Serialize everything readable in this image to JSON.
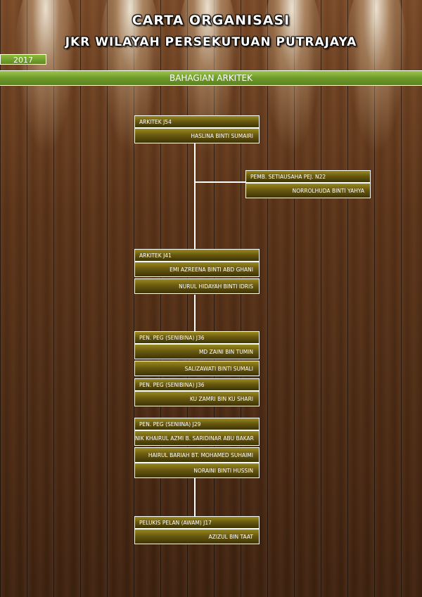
{
  "title": {
    "line1": "CARTA ORGANISASI",
    "line2": "JKR WILAYAH PERSEKUTUAN PUTRAJAYA"
  },
  "year": "2017",
  "department": "BAHAGIAN ARKITEK",
  "units": {
    "arkitek_j54": {
      "position": "ARKITEK J54",
      "names": [
        "HASLINA BINTI SUMAIRI"
      ]
    },
    "setiausaha": {
      "position": "PEMB. SETIAUSAHA PEJ. N22",
      "names": [
        "NORROLHUDA BINTI YAHYA"
      ]
    },
    "arkitek_j41": {
      "position": "ARKITEK J41",
      "names": [
        "EMI AZREENA BINTI ABD GHANI",
        "NURUL HIDAYAH BINTI IDRIS"
      ]
    },
    "senibina_j36_a": {
      "position": "PEN. PEG (SENIBINA) J36",
      "names": [
        "MD ZAINI BIN TUMIN",
        "SALIZAWATI BINTI SUMALI"
      ]
    },
    "senibina_j36_b": {
      "position": "PEN. PEG (SENIBINA) J36",
      "names": [
        "KU ZAMRI BIN KU SHARI"
      ]
    },
    "seniina_j29": {
      "position": "PEN. PEG (SENIINA) J29",
      "names": [
        "NIK KHAIRUL AZMI B. SARIDINAR ABU BAKAR",
        "HAIRUL BARIAH BT. MOHAMED SUHAIMI",
        "NORAINI BINTI HUSSIN"
      ]
    },
    "pelukis_j17": {
      "position": "PELUKIS PELAN (AWAM) J17",
      "names": [
        "AZIZUL BIN TAAT"
      ]
    }
  }
}
